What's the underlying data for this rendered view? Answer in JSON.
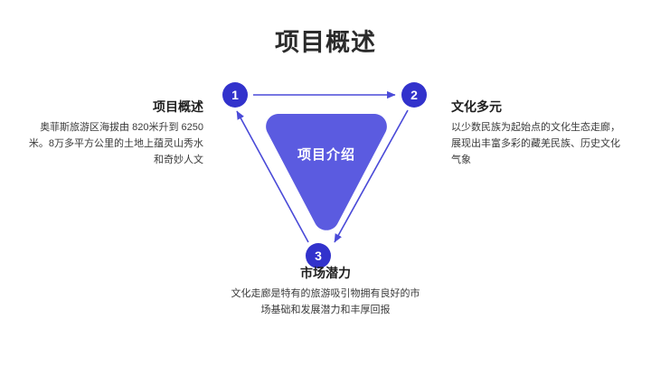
{
  "slide": {
    "title": "项目概述",
    "background_color": "#ffffff",
    "accent_color": "#5b5be0",
    "badge_color": "#3232cc",
    "arrow_color": "#4a4ad8",
    "heading_color": "#1f1f1f",
    "body_color": "#3a3a3a"
  },
  "center": {
    "label": "项目介绍",
    "shape": "rounded-down-triangle",
    "fill": "#5b5be0"
  },
  "nodes": [
    {
      "number": "1",
      "position": "top-left"
    },
    {
      "number": "2",
      "position": "top-right"
    },
    {
      "number": "3",
      "position": "bottom-center"
    }
  ],
  "blocks": [
    {
      "id": "left",
      "number": "1",
      "heading": "项目概述",
      "body": "奥菲斯旅游区海拔由 820米升到 6250米。8万多平方公里的土地上蕴灵山秀水和奇妙人文",
      "align": "right"
    },
    {
      "id": "right",
      "number": "2",
      "heading": "文化多元",
      "body": "以少数民族为起始点的文化生态走廊，展现出丰富多彩的藏羌民族、历史文化气象",
      "align": "left"
    },
    {
      "id": "bottom",
      "number": "3",
      "heading": "市场潜力",
      "body": "文化走廊是特有的旅游吸引物拥有良好的市场基础和发展潜力和丰厚回报",
      "align": "center"
    }
  ],
  "arrows": [
    {
      "from": "1",
      "to": "2",
      "direction": "right"
    },
    {
      "from": "2",
      "to": "3",
      "direction": "down-left"
    },
    {
      "from": "3",
      "to": "1",
      "direction": "up-left"
    }
  ]
}
